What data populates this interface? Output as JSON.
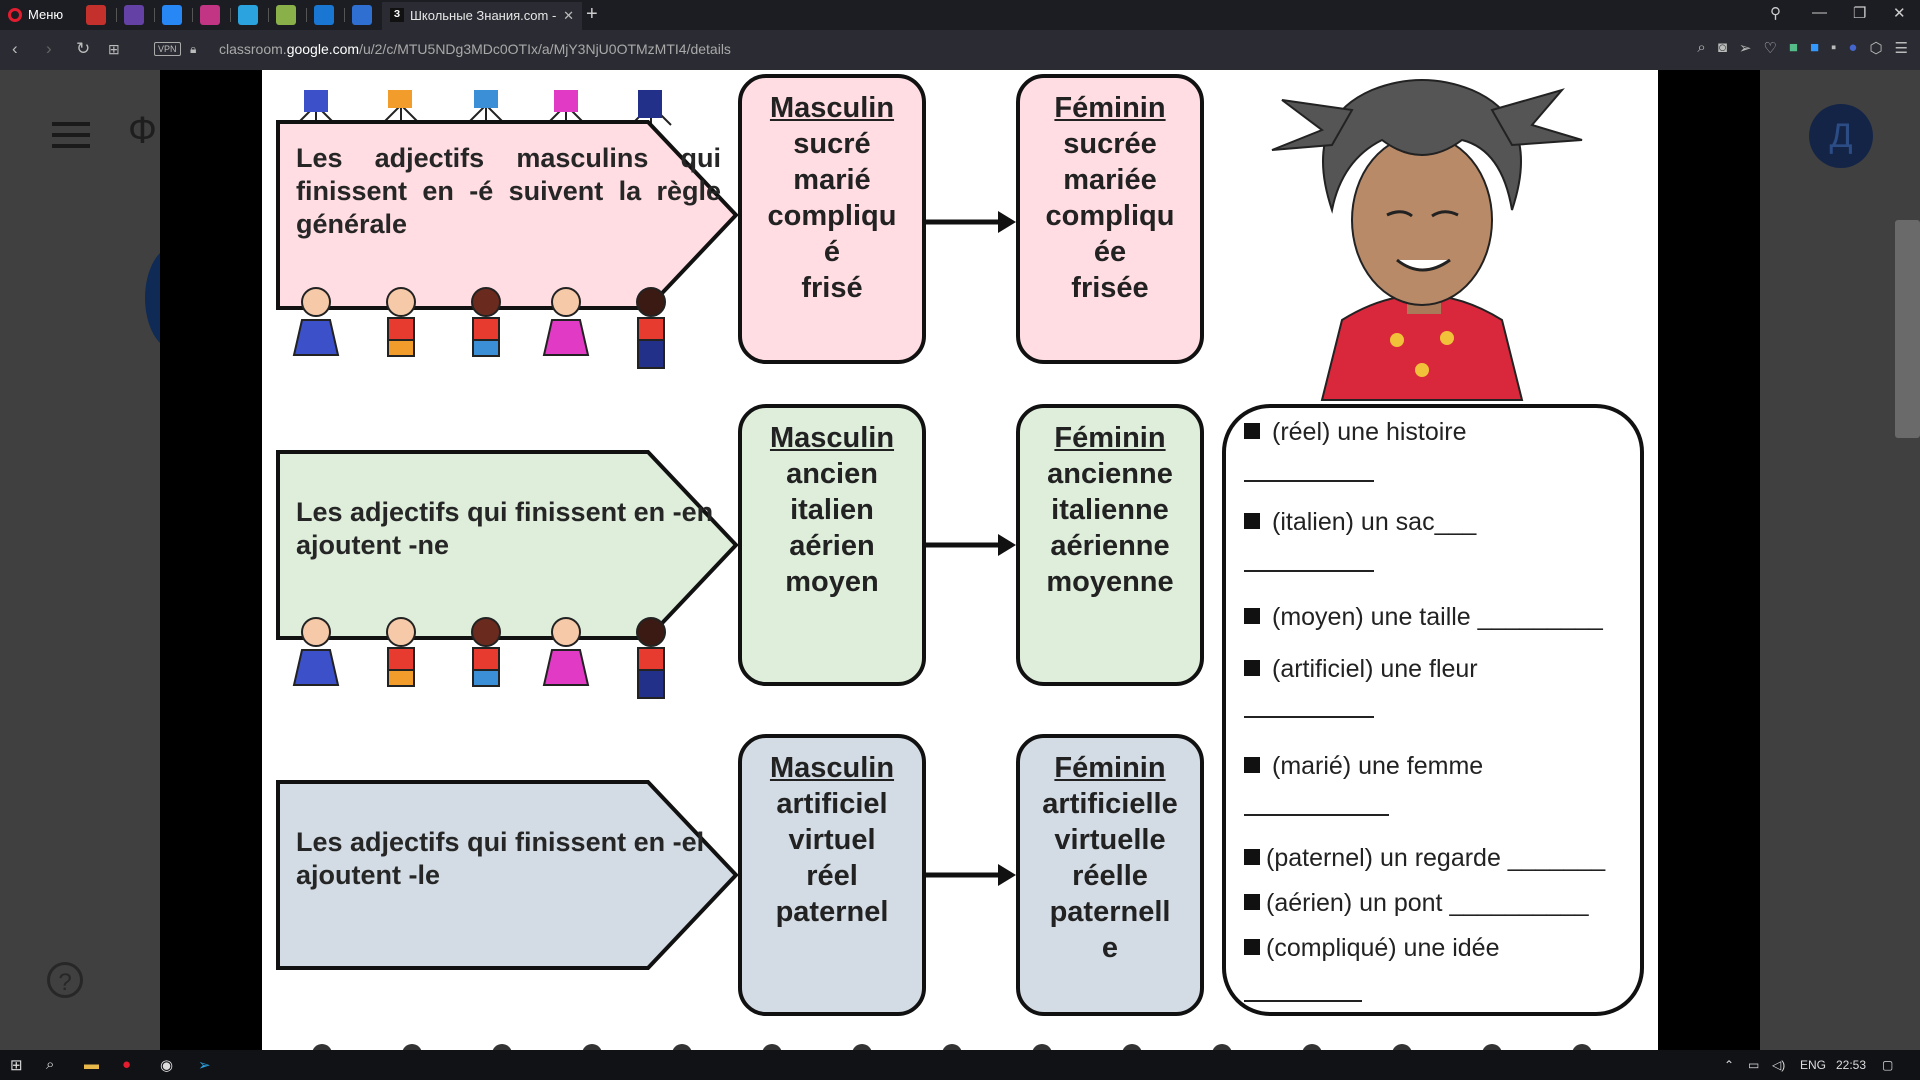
{
  "browser": {
    "menu_label": "Меню",
    "active_tab_title": "Школьные Знания.com - З",
    "active_tab_favicon": "З",
    "url_prefix": "classroom.",
    "url_host": "google.com",
    "url_path": "/u/2/c/MTU5NDg3MDc0OTIx/a/MjY3NjU0OTMzMTI4/details",
    "vpn_label": "VPN"
  },
  "classroom": {
    "title_initial": "Ф",
    "avatar_letter": "Д",
    "help_symbol": "?"
  },
  "worksheet": {
    "rules": [
      {
        "text": "Les adjectifs masculins qui finissent en -é suivent la règle générale",
        "color": "#ffdde3",
        "masculin_header": "Masculin",
        "masculin_words": [
          "sucré",
          "marié",
          "compliqu",
          "é",
          "frisé"
        ],
        "feminin_header": "Féminin",
        "feminin_words": [
          "sucrée",
          "mariée",
          "compliqu",
          "ée",
          "frisée"
        ]
      },
      {
        "text": "Les adjectifs qui finissent en -en ajoutent -ne",
        "color": "#deeedb",
        "masculin_header": "Masculin",
        "masculin_words": [
          "ancien",
          "italien",
          "aérien",
          "moyen"
        ],
        "feminin_header": "Féminin",
        "feminin_words": [
          "ancienne",
          "italienne",
          "aérienne",
          "moyenne"
        ]
      },
      {
        "text": "Les adjectifs qui finissent en -el ajoutent -le",
        "color": "#d3dce4",
        "masculin_header": "Masculin",
        "masculin_words": [
          "artificiel",
          "virtuel",
          "réel",
          "paternel"
        ],
        "feminin_header": "Féminin",
        "feminin_words": [
          "artificielle",
          "virtuelle",
          "réelle",
          "paternell",
          "e"
        ]
      }
    ],
    "exercises": [
      "(réel) une histoire",
      "(italien) un sac___",
      "(moyen) une taille _________",
      "(artificiel) une fleur",
      "(marié) une femme",
      "(paternel) un regarde _______",
      "(aérien) un pont __________",
      "(compliqué) une idée"
    ]
  },
  "taskbar": {
    "lang": "ENG",
    "time": "22:53"
  }
}
